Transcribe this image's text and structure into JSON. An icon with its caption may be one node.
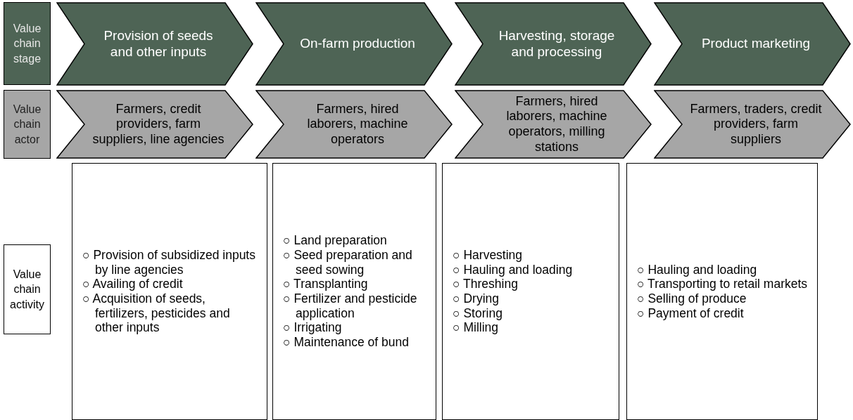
{
  "diagram": {
    "nodes": [
      {
        "text": [
          "Value chain stage"
        ]
      },
      {
        "text": [
          "Provision of seeds and other inputs"
        ]
      },
      {
        "text": [
          "On-farm production"
        ]
      },
      {
        "text": [
          "Harvesting, storage and processing"
        ]
      },
      {
        "text": [
          "Product marketing"
        ]
      },
      {
        "text": [
          "Value chain actor"
        ]
      },
      {
        "text": [
          "Farmers, credit providers, farm suppliers, line agencies"
        ]
      },
      {
        "text": [
          "Farmers, hired laborers, machine operators"
        ]
      },
      {
        "text": [
          "Farmers, hired laborers, machine operators, milling stations"
        ]
      },
      {
        "text": [
          "Farmers, traders, credit providers, farm suppliers"
        ]
      },
      {
        "text": [
          "Value chain activity"
        ]
      },
      {
        "text": [
          "○ Provision of subsidized inputs by line agencies",
          "○ Availing of credit",
          "○ Acquisition of seeds, fertilizers, pesticides and other inputs"
        ]
      },
      {
        "text": [
          "○ Land preparation",
          "○ Seed preparation and seed sowing",
          "○ Transplanting",
          "○ Fertilizer and pesticide application",
          "○ Irrigating",
          "○ Maintenance of bund"
        ]
      },
      {
        "text": [
          "○ Harvesting",
          "○ Hauling and loading",
          "○ Threshing",
          "○ Drying",
          "○ Storing",
          "○ Milling"
        ]
      },
      {
        "text": [
          "○ Hauling and loading",
          "○ Transporting to retail markets",
          "○ Selling of produce",
          "○ Payment of credit"
        ]
      }
    ]
  }
}
